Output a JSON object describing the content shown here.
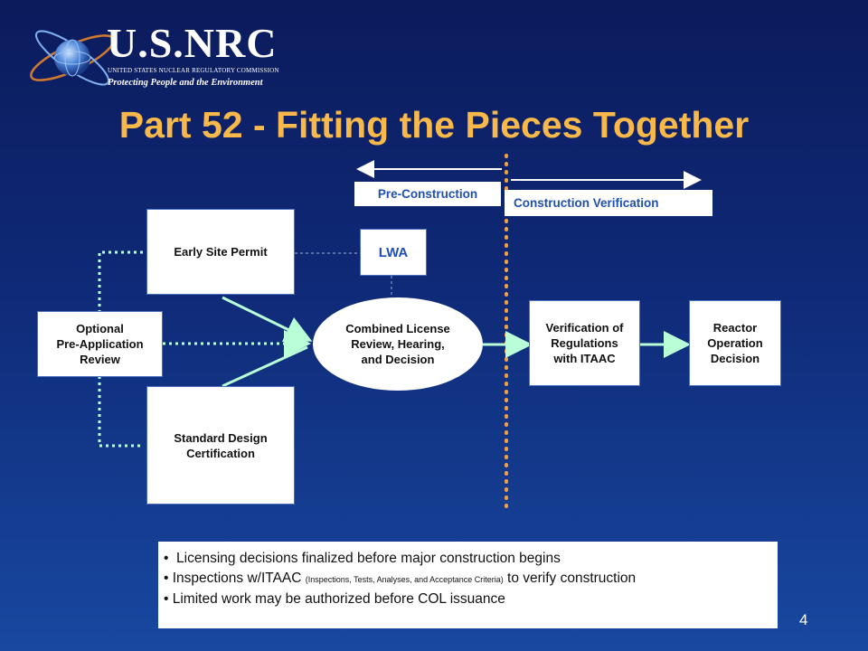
{
  "logo": {
    "letters": "U.S.NRC",
    "subtitle": "UNITED STATES NUCLEAR REGULATORY COMMISSION",
    "tagline": "Protecting People and the Environment"
  },
  "title": "Part 52 - Fitting the Pieces Together",
  "phases": {
    "pre_construction": "Pre-Construction",
    "construction_verification": "Construction Verification"
  },
  "boxes": {
    "optional_review": "Optional\nPre-Application\nReview",
    "early_site_permit": "Early Site Permit",
    "lwa": "LWA",
    "standard_design": "Standard Design\nCertification",
    "combined_license": "Combined License\nReview, Hearing,\nand Decision",
    "verification": "Verification of\nRegulations\nwith ITAAC",
    "reactor_operation": "Reactor\nOperation\nDecision"
  },
  "notes": {
    "item1": "Licensing decisions finalized before major construction begins",
    "item2_main": "Inspections w/ITAAC",
    "item2_small": "(Inspections, Tests, Analyses, and Acceptance Criteria)",
    "item2_end": "to verify construction",
    "item3": "Limited work may be authorized before COL issuance"
  },
  "page_number": "4",
  "colors": {
    "title": "#f8b84a",
    "phase_label": "#1f4fb4",
    "arrow": "#b8ffd8",
    "divider": "#f0a040"
  }
}
